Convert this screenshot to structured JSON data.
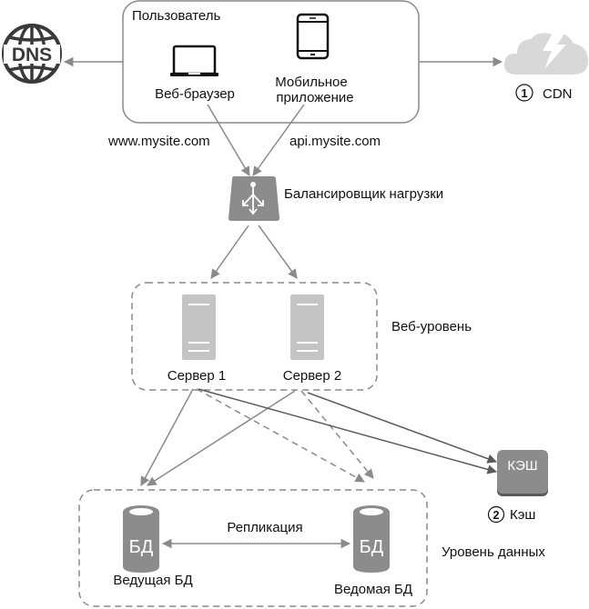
{
  "diagram": {
    "user_group": {
      "title": "Пользователь"
    },
    "web_browser": {
      "label": "Веб-браузер"
    },
    "mobile_app": {
      "label_line1": "Мобильное",
      "label_line2": "приложение"
    },
    "dns": {
      "label": "DNS"
    },
    "cdn": {
      "number": "1",
      "label": "CDN"
    },
    "domains": {
      "web": "www.mysite.com",
      "api": "api.mysite.com"
    },
    "load_balancer": {
      "label": "Балансировщик нагрузки"
    },
    "web_tier": {
      "label": "Веб-уровень",
      "servers": [
        {
          "label": "Сервер 1"
        },
        {
          "label": "Сервер 2"
        }
      ]
    },
    "cache": {
      "number": "2",
      "label": "Кэш",
      "icon_text": "КЭШ"
    },
    "data_tier": {
      "label": "Уровень данных",
      "replication_label": "Репликация",
      "master": {
        "label": "Ведущая БД",
        "icon_text": "БД"
      },
      "slave": {
        "label": "Ведомая БД",
        "icon_text": "БД"
      }
    },
    "colors": {
      "line": "#8a8a8a",
      "line_dark": "#5a5a5a",
      "icon_dark": "#3a3a3a",
      "icon_gray": "#8c8c8c",
      "server_gray": "#c4c4c4",
      "cloud_gray": "#d8d8d8",
      "border": "#8a8a8a"
    }
  }
}
